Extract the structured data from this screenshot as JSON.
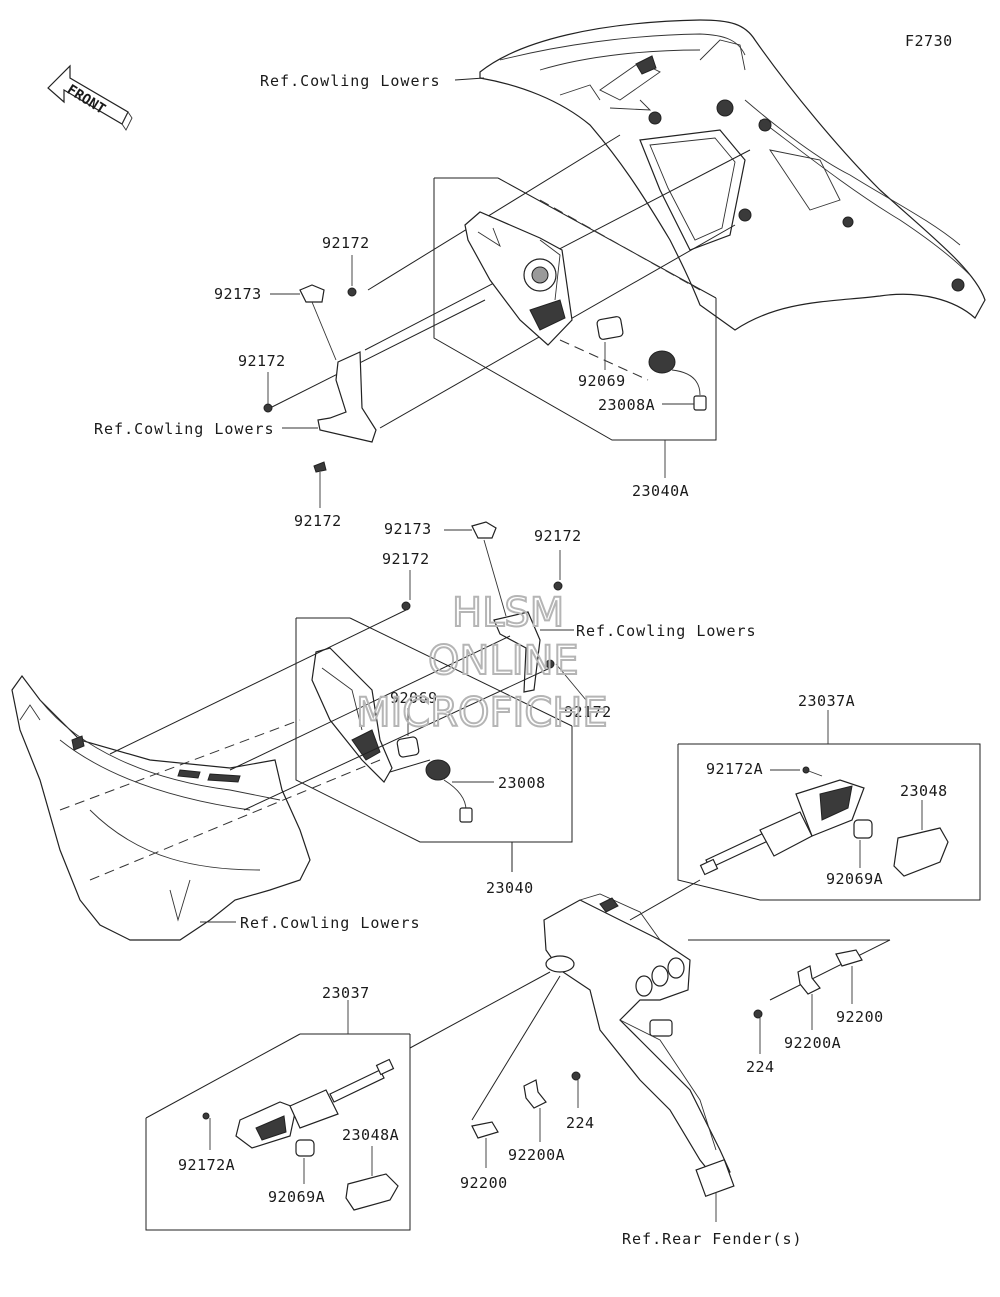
{
  "diagram_code": "F2730",
  "front_label": "FRONT",
  "watermark": {
    "line1": "HLSM",
    "line2": "ONLINE",
    "line3": "MICROFICHE"
  },
  "refs": {
    "cowling_lowers_top": "Ref.Cowling Lowers",
    "cowling_lowers_left": "Ref.Cowling Lowers",
    "cowling_lowers_mid": "Ref.Cowling Lowers",
    "cowling_lowers_bottom": "Ref.Cowling Lowers",
    "rear_fender": "Ref.Rear Fender(s)"
  },
  "parts": {
    "p92172_a": "92172",
    "p92173_a": "92173",
    "p92172_b": "92172",
    "p92172_c": "92172",
    "p92069_a": "92069",
    "p23008A": "23008A",
    "p23040A": "23040A",
    "p92173_b": "92173",
    "p92172_d": "92172",
    "p92172_e": "92172",
    "p92069_b": "92069",
    "p92172_f": "92172",
    "p23008": "23008",
    "p23040": "23040",
    "p23037A": "23037A",
    "p92172A_a": "92172A",
    "p23048": "23048",
    "p92069A_a": "92069A",
    "p224_a": "224",
    "p92200A_a": "92200A",
    "p92200_a": "92200",
    "p23037": "23037",
    "p23048A": "23048A",
    "p92172A_b": "92172A",
    "p92069A_b": "92069A",
    "p224_b": "224",
    "p92200A_b": "92200A",
    "p92200_b": "92200"
  }
}
